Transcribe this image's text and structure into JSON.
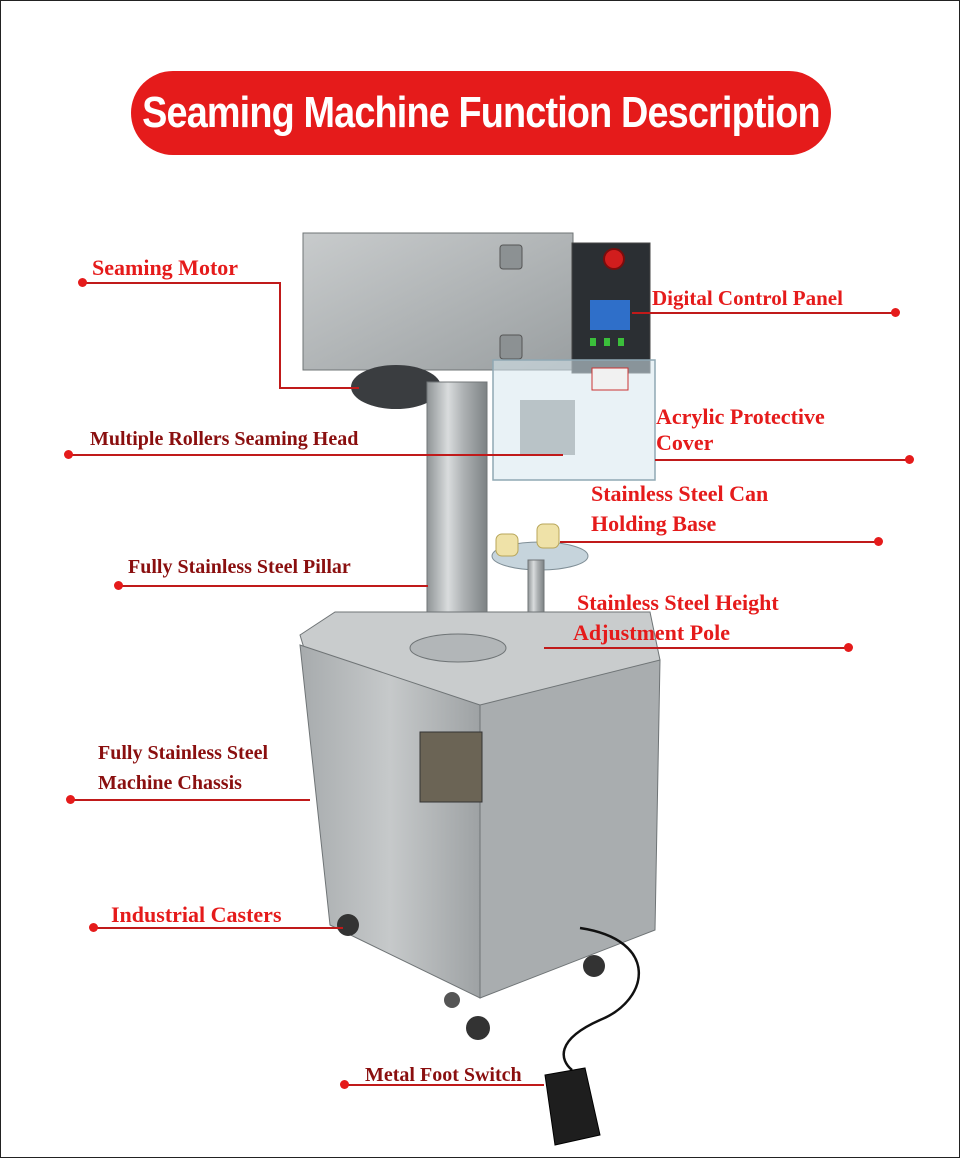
{
  "title": "Seaming Machine Function Description",
  "colors": {
    "accent": "#e51b1b",
    "dark_label": "#8a0f0f",
    "steel": "#b9bcbd"
  },
  "labels": {
    "seaming_motor": "Seaming Motor",
    "digital_control_panel": "Digital Control Panel",
    "multiple_rollers": "Multiple Rollers Seaming Head",
    "acrylic_line1": "Acrylic Protective",
    "acrylic_line2": "Cover",
    "can_base_line1": "Stainless Steel Can",
    "can_base_line2": "Holding Base",
    "pillar": "Fully Stainless Steel Pillar",
    "height_pole_line1": "Stainless Steel Height",
    "height_pole_line2": "Adjustment Pole",
    "chassis_line1": "Fully Stainless Steel",
    "chassis_line2": "Machine Chassis",
    "casters": "Industrial Casters",
    "foot_switch": "Metal Foot Switch"
  }
}
